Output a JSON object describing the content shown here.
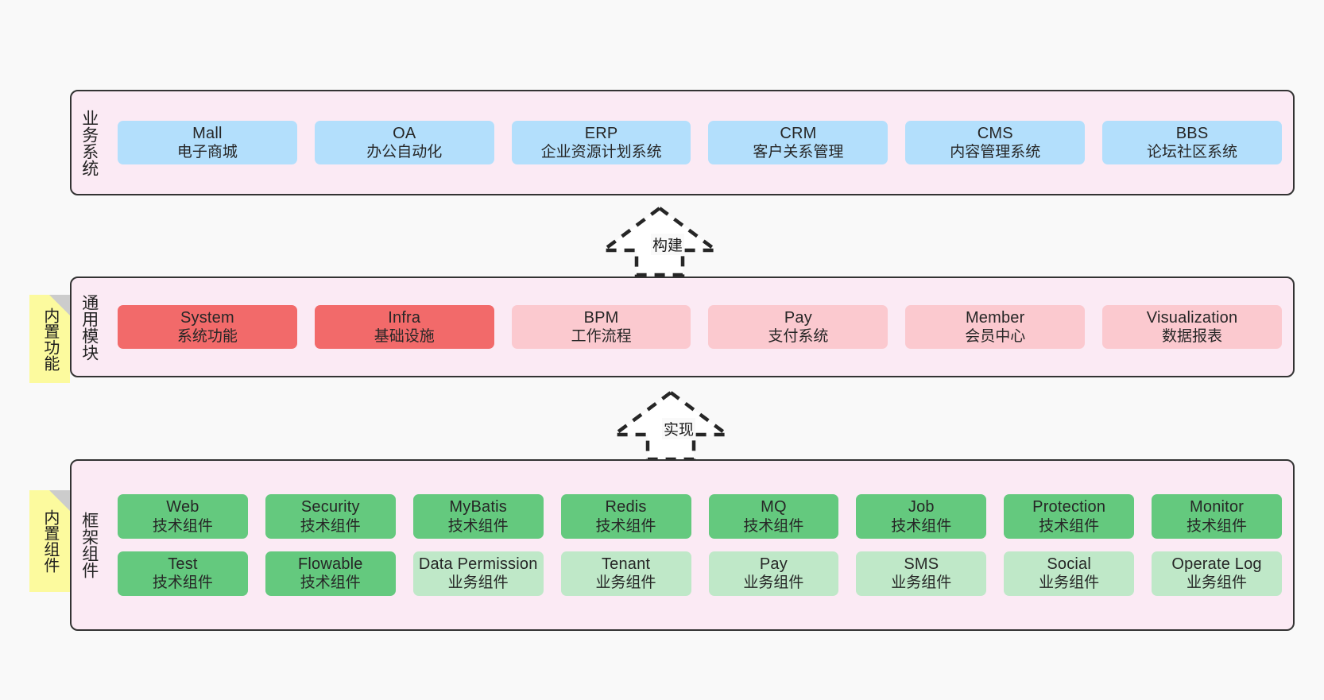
{
  "diagram": {
    "title": "",
    "background": "#f9f9f9",
    "palette": {
      "band_fill": "#fbeaf4",
      "band_stroke": "#333333",
      "blue": "#b3dffc",
      "red_strong": "#f26a6a",
      "red_light": "#fbc9cf",
      "green_strong": "#64c97e",
      "green_light": "#bfe8c8",
      "tag_yellow": "#fcfa9e",
      "tag_fold": "#cccccc"
    }
  },
  "layers": [
    {
      "id": "business",
      "side_label": "业务系统",
      "tag": null,
      "rows": [
        {
          "nodes": [
            {
              "en": "Mall",
              "cn": "电子商城",
              "style": "blue"
            },
            {
              "en": "OA",
              "cn": "办公自动化",
              "style": "blue"
            },
            {
              "en": "ERP",
              "cn": "企业资源计划系统",
              "style": "blue"
            },
            {
              "en": "CRM",
              "cn": "客户关系管理",
              "style": "blue"
            },
            {
              "en": "CMS",
              "cn": "内容管理系统",
              "style": "blue"
            },
            {
              "en": "BBS",
              "cn": "论坛社区系统",
              "style": "blue"
            }
          ]
        }
      ]
    },
    {
      "id": "common-modules",
      "side_label": "通用模块",
      "tag": "内置功能",
      "rows": [
        {
          "nodes": [
            {
              "en": "System",
              "cn": "系统功能",
              "style": "red-strong"
            },
            {
              "en": "Infra",
              "cn": "基础设施",
              "style": "red-strong"
            },
            {
              "en": "BPM",
              "cn": "工作流程",
              "style": "red-light"
            },
            {
              "en": "Pay",
              "cn": "支付系统",
              "style": "red-light"
            },
            {
              "en": "Member",
              "cn": "会员中心",
              "style": "red-light"
            },
            {
              "en": "Visualization",
              "cn": "数据报表",
              "style": "red-light"
            }
          ]
        }
      ]
    },
    {
      "id": "framework-components",
      "side_label": "框架组件",
      "tag": "内置组件",
      "rows": [
        {
          "nodes": [
            {
              "en": "Web",
              "cn": "技术组件",
              "style": "green-strong"
            },
            {
              "en": "Security",
              "cn": "技术组件",
              "style": "green-strong"
            },
            {
              "en": "MyBatis",
              "cn": "技术组件",
              "style": "green-strong"
            },
            {
              "en": "Redis",
              "cn": "技术组件",
              "style": "green-strong"
            },
            {
              "en": "MQ",
              "cn": "技术组件",
              "style": "green-strong"
            },
            {
              "en": "Job",
              "cn": "技术组件",
              "style": "green-strong"
            },
            {
              "en": "Protection",
              "cn": "技术组件",
              "style": "green-strong"
            },
            {
              "en": "Monitor",
              "cn": "技术组件",
              "style": "green-strong"
            }
          ]
        },
        {
          "nodes": [
            {
              "en": "Test",
              "cn": "技术组件",
              "style": "green-strong"
            },
            {
              "en": "Flowable",
              "cn": "技术组件",
              "style": "green-strong"
            },
            {
              "en": "Data Permission",
              "cn": "业务组件",
              "style": "green-light"
            },
            {
              "en": "Tenant",
              "cn": "业务组件",
              "style": "green-light"
            },
            {
              "en": "Pay",
              "cn": "业务组件",
              "style": "green-light"
            },
            {
              "en": "SMS",
              "cn": "业务组件",
              "style": "green-light"
            },
            {
              "en": "Social",
              "cn": "业务组件",
              "style": "green-light"
            },
            {
              "en": "Operate Log",
              "cn": "业务组件",
              "style": "green-light"
            }
          ]
        }
      ]
    }
  ],
  "connectors": [
    {
      "id": "build",
      "label": "构建",
      "from": "common-modules",
      "to": "business"
    },
    {
      "id": "implement",
      "label": "实现",
      "from": "framework-components",
      "to": "common-modules"
    }
  ]
}
